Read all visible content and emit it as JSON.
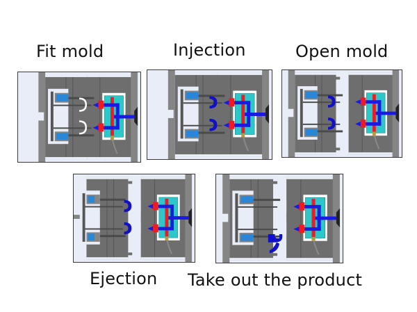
{
  "figure": {
    "subject": "Injection molding process stages",
    "stages": [
      {
        "id": "fit-mold",
        "label": "Fit mold",
        "product_state": "empty",
        "mold_state": "closed"
      },
      {
        "id": "injection",
        "label": "Injection",
        "product_state": "filled",
        "mold_state": "closed"
      },
      {
        "id": "open-mold",
        "label": "Open mold",
        "product_state": "filled",
        "mold_state": "open"
      },
      {
        "id": "ejection",
        "label": "Ejection",
        "product_state": "ejected",
        "mold_state": "open"
      },
      {
        "id": "take-out",
        "label": "Take out the product",
        "product_state": "released",
        "mold_state": "open"
      }
    ]
  },
  "colors": {
    "background": "#ffffff",
    "cavity_air": "#e9edf7",
    "mold_plate": "#6e6e6e",
    "mold_plate_dark": "#555555",
    "mold_plate_light": "#858585",
    "spring": "#2a86d6",
    "product": "#1010c8",
    "melt_channel": "#1a1ae0",
    "heater": "#ee1a24",
    "manifold": "#2ec7c9",
    "border": "#3a3a3a"
  }
}
